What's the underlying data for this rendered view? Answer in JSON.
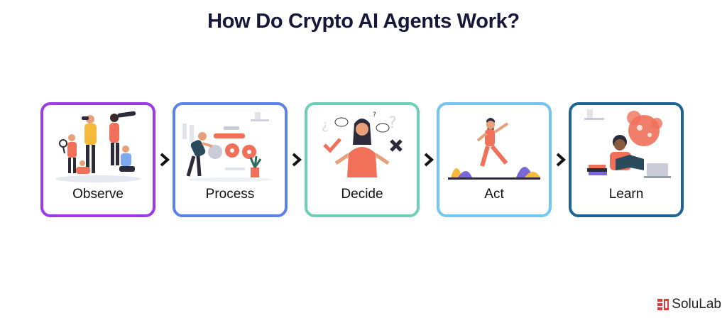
{
  "title": "How Do Crypto AI Agents Work?",
  "steps": [
    {
      "label": "Observe",
      "border": "#9b3ae6"
    },
    {
      "label": "Process",
      "border": "#5b82ea"
    },
    {
      "label": "Decide",
      "border": "#6dcfb7"
    },
    {
      "label": "Act",
      "border": "#72c6ef"
    },
    {
      "label": "Learn",
      "border": "#1b6494"
    }
  ],
  "logo": {
    "text": "SoluLab",
    "icon": "solulab-logo-icon"
  },
  "colors": {
    "title": "#17173a",
    "accent": "#f0705a",
    "skin": "#e8a07a",
    "dark": "#2b2b3c"
  }
}
